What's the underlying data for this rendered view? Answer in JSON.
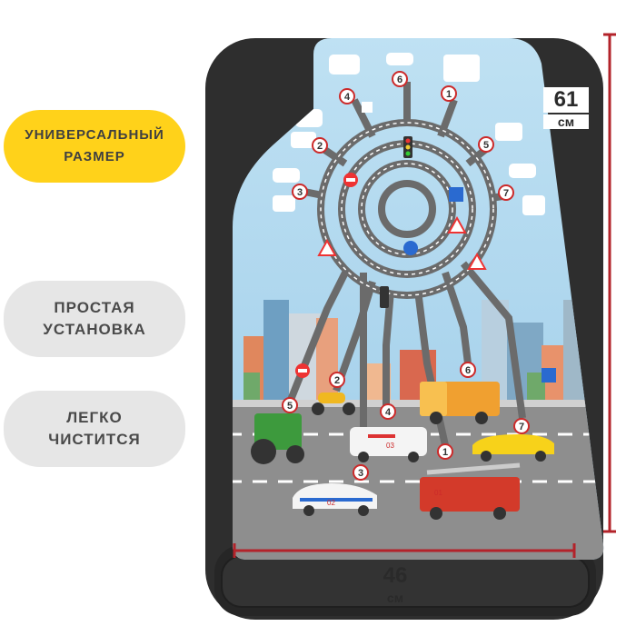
{
  "features": [
    {
      "label": "УНИВЕРСАЛЬНЫЙ\nРАЗМЕР"
    },
    {
      "label": "ПРОСТАЯ\nУСТАНОВКА"
    },
    {
      "label": "ЛЕГКО\nЧИСТИТСЯ"
    }
  ],
  "dimensions": {
    "height": {
      "value": "61",
      "unit": "см"
    },
    "width": {
      "value": "46",
      "unit": "см"
    }
  },
  "maze_numbers": [
    "1",
    "2",
    "3",
    "4",
    "5",
    "6",
    "7"
  ],
  "vehicle_labels": {
    "ambulance": "03",
    "police": "02",
    "firetruck": "01"
  },
  "colors": {
    "accent_yellow": "#ffd21a",
    "pill_gray": "#e6e6e6",
    "measure_red": "#b3232a",
    "cover_dark": "#2e2e2e",
    "sky": "#a9d4ec",
    "road": "#8e8e8e"
  }
}
